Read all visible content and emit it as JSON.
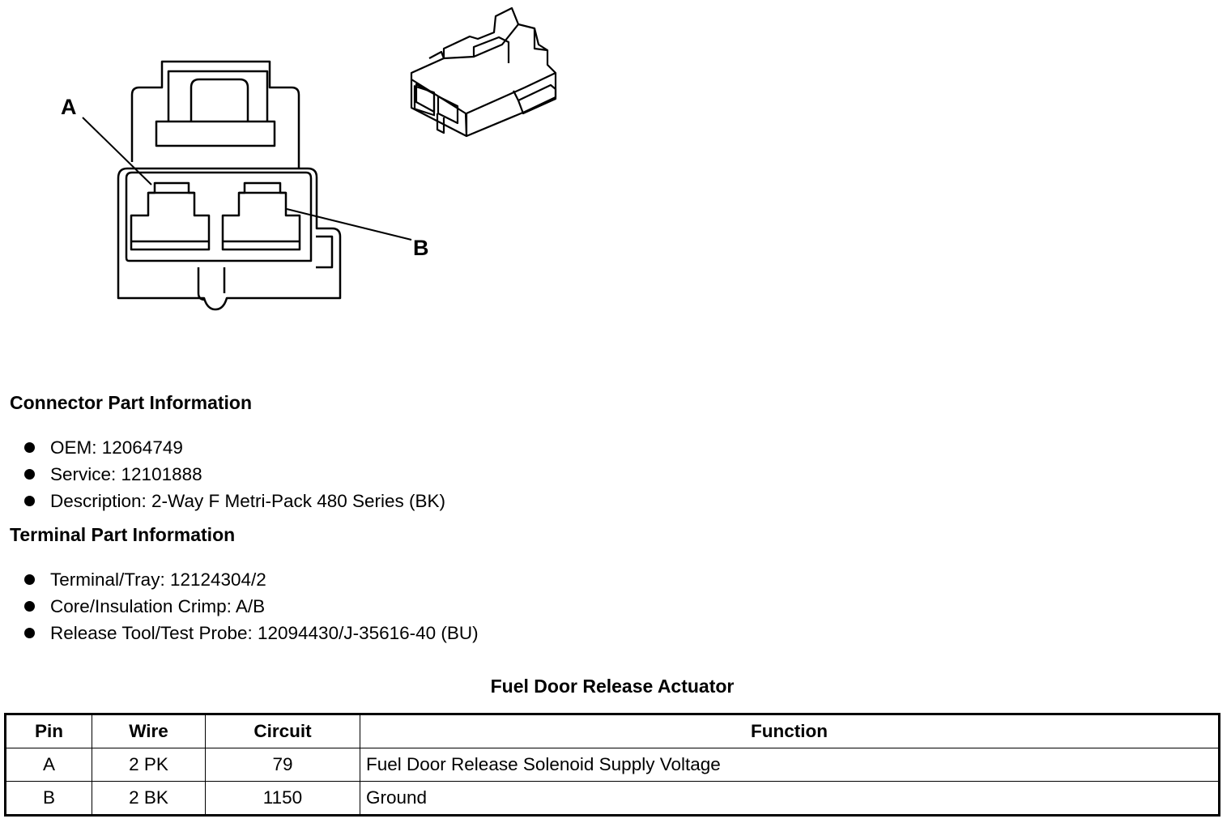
{
  "diagram": {
    "callouts": [
      {
        "id": "a",
        "label": "A"
      },
      {
        "id": "b",
        "label": "B"
      }
    ]
  },
  "connector_info": {
    "title": "Connector Part Information",
    "items": [
      "OEM: 12064749",
      "Service: 12101888",
      "Description: 2-Way F Metri-Pack 480 Series (BK)"
    ]
  },
  "terminal_info": {
    "title": "Terminal Part Information",
    "items": [
      "Terminal/Tray: 12124304/2",
      "Core/Insulation Crimp: A/B",
      "Release Tool/Test Probe: 12094430/J-35616-40 (BU)"
    ]
  },
  "pin_table": {
    "title": "Fuel Door Release Actuator",
    "headers": [
      "Pin",
      "Wire",
      "Circuit",
      "Function"
    ],
    "rows": [
      [
        "A",
        "2 PK",
        "79",
        "Fuel Door Release Solenoid Supply Voltage"
      ],
      [
        "B",
        "2 BK",
        "1150",
        "Ground"
      ]
    ]
  }
}
